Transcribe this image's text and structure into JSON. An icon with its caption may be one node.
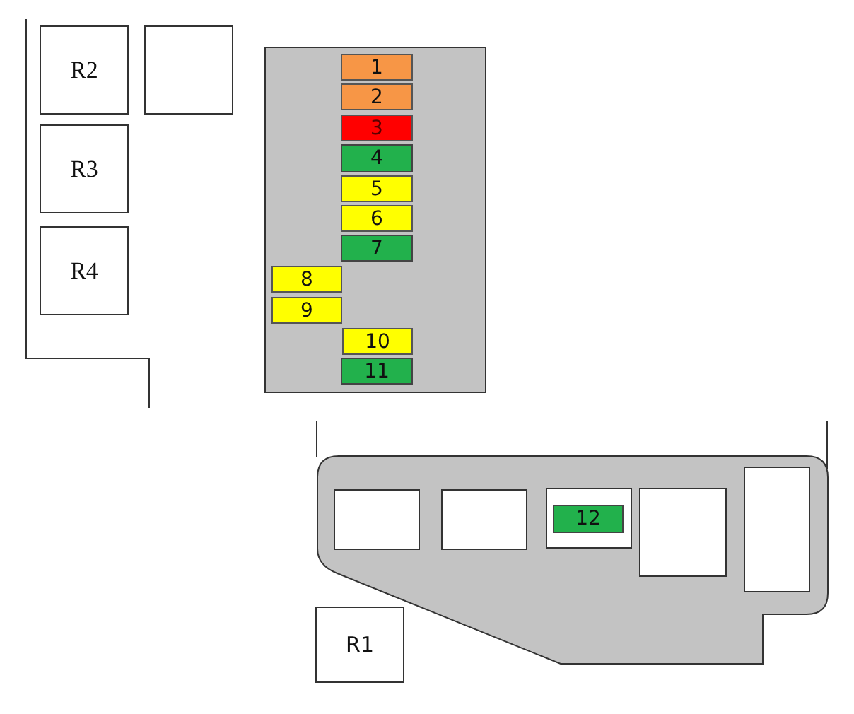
{
  "diagram": {
    "nodes": [
      {
        "text": [
          "R2"
        ]
      },
      {
        "text": [],
        "shape": "box"
      },
      {
        "text": [
          "R3"
        ]
      },
      {
        "text": [
          "R4"
        ]
      },
      {
        "text": [],
        "shape": "box"
      },
      {
        "text": [
          "1"
        ],
        "in": 4
      },
      {
        "text": [
          "2"
        ],
        "in": 4
      },
      {
        "text": [
          "3"
        ],
        "in": 4
      },
      {
        "text": [
          "4"
        ],
        "in": 4
      },
      {
        "text": [
          "5"
        ],
        "in": 4
      },
      {
        "text": [
          "6"
        ],
        "in": 4
      },
      {
        "text": [
          "7"
        ],
        "in": 4
      },
      {
        "text": [
          "8"
        ],
        "in": 4
      },
      {
        "text": [
          "9"
        ],
        "in": 4
      },
      {
        "text": [
          "10"
        ],
        "in": 4
      },
      {
        "text": [
          "11"
        ],
        "in": 4
      },
      {
        "text": [],
        "shape": "box"
      },
      {
        "text": [],
        "shape": "box",
        "in": 16
      },
      {
        "text": [],
        "shape": "box",
        "in": 16
      },
      {
        "text": [],
        "shape": "box",
        "in": 16
      },
      {
        "text": [
          "12"
        ],
        "in": 19
      },
      {
        "text": [],
        "shape": "box",
        "in": 16
      },
      {
        "text": [],
        "shape": "box",
        "in": 16
      },
      {
        "text": [
          "R1"
        ]
      }
    ]
  }
}
